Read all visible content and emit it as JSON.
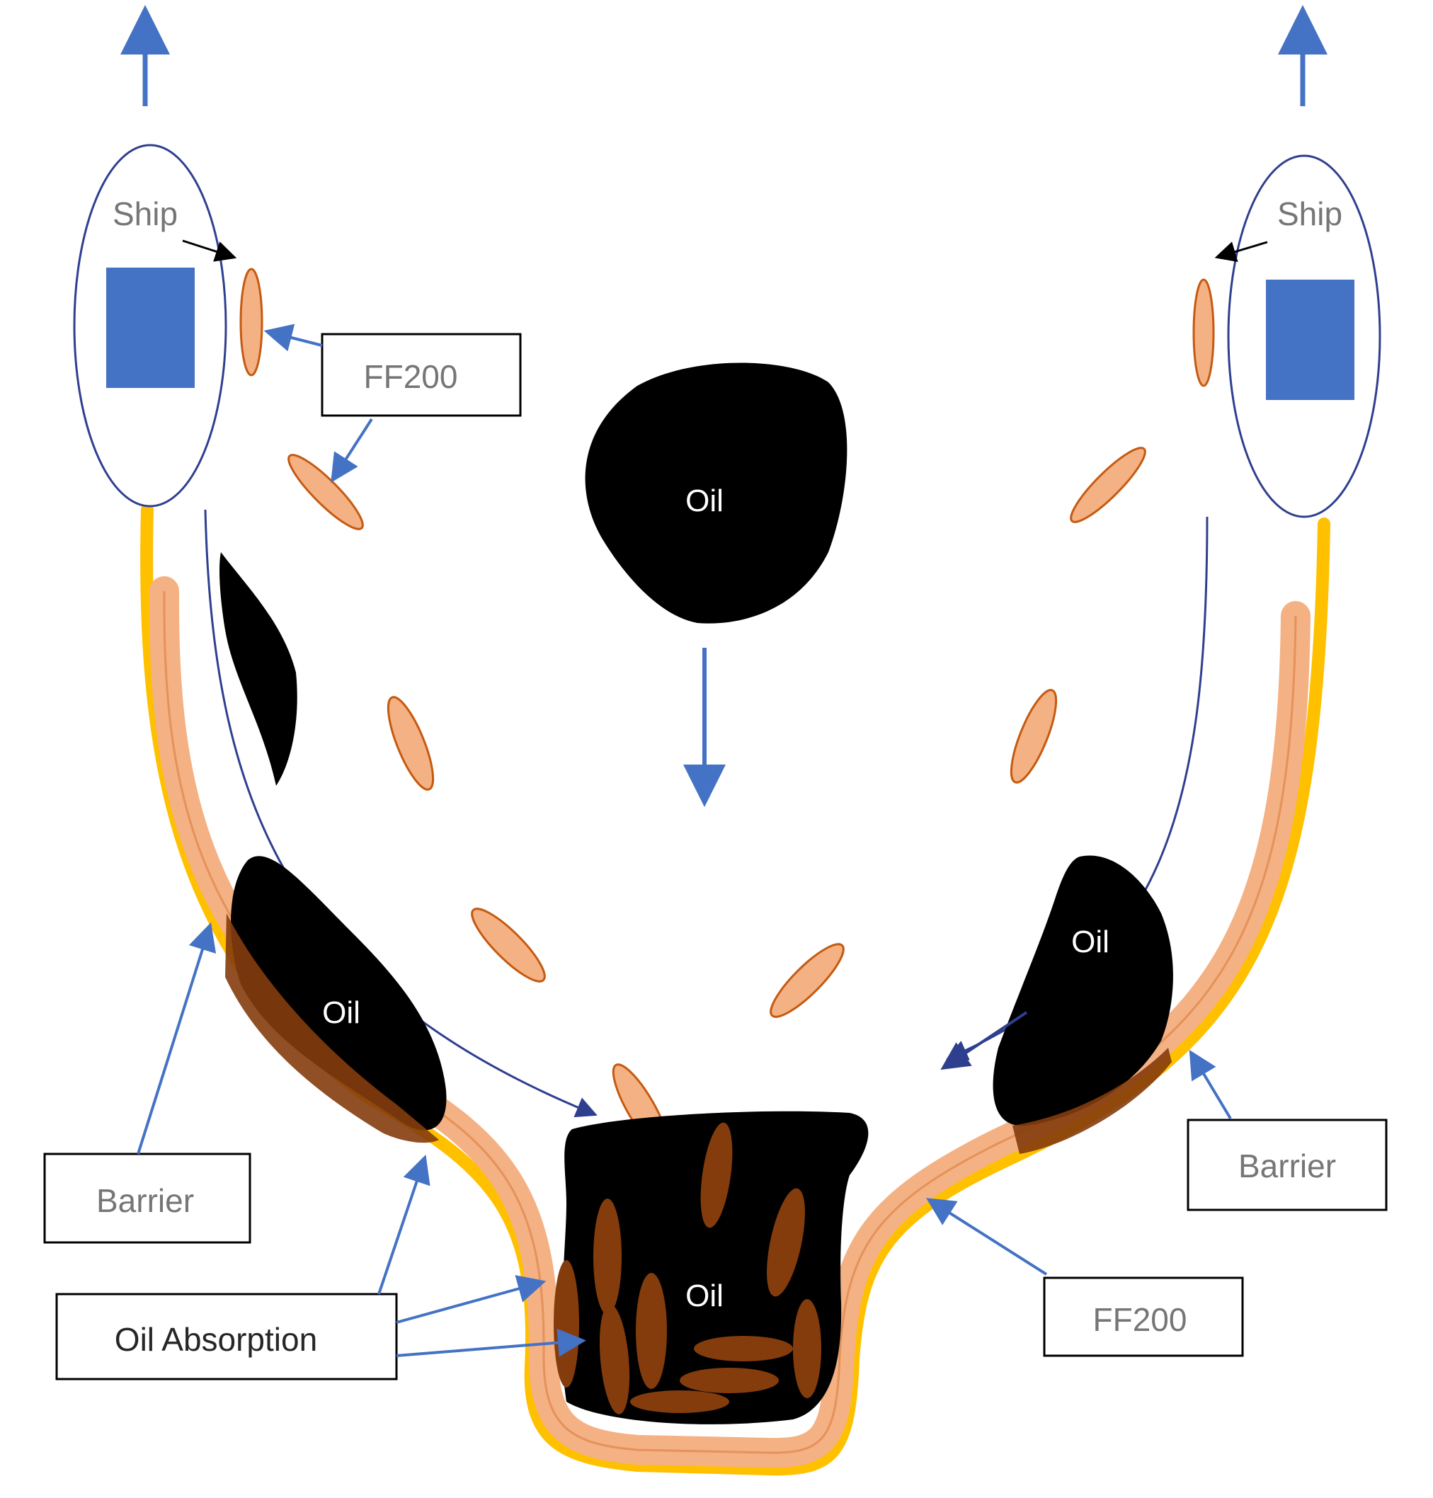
{
  "diagram": {
    "ships": [
      {
        "label": "Ship"
      },
      {
        "label": "Ship"
      }
    ],
    "oil_labels": [
      "Oil",
      "Oil",
      "Oil",
      "Oil"
    ],
    "callouts": {
      "ff200_top": "FF200",
      "ff200_bottom": "FF200",
      "barrier_left": "Barrier",
      "barrier_right": "Barrier",
      "oil_absorption": "Oil Absorption"
    },
    "colors": {
      "arrow": "#4472c4",
      "ship_outline": "#2f3f8f",
      "ship_block": "#4472c4",
      "barrier_line": "#ffc000",
      "ff200_fill": "#f4b183",
      "ff200_stroke": "#c55a11",
      "oil": "#000000",
      "absorbed_oil": "#843c0c",
      "absorbed_fiber": "#c55a11"
    }
  }
}
